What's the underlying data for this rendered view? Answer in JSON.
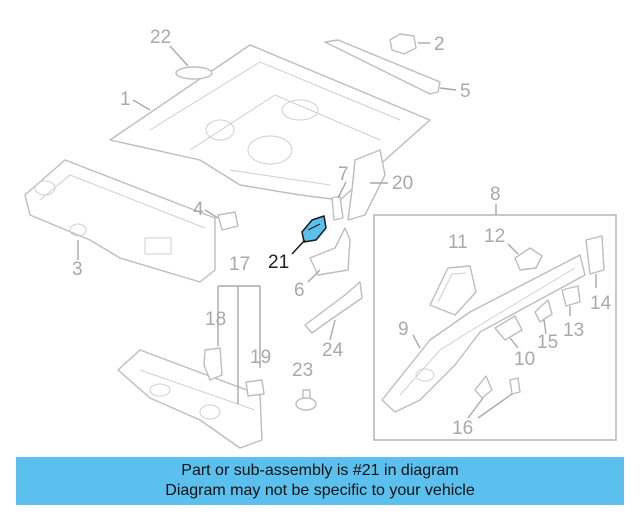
{
  "diagram": {
    "callouts": [
      "1",
      "2",
      "3",
      "4",
      "5",
      "6",
      "7",
      "8",
      "9",
      "10",
      "11",
      "12",
      "13",
      "14",
      "15",
      "16",
      "17",
      "18",
      "19",
      "20",
      "21",
      "22",
      "23",
      "24"
    ],
    "highlighted_part": "21",
    "highlight_color": "#5bc0ee"
  },
  "banner": {
    "line1": "Part or sub-assembly is #21 in diagram",
    "line2": "Diagram may not be specific to your vehicle",
    "background": "#5bc0ee"
  }
}
